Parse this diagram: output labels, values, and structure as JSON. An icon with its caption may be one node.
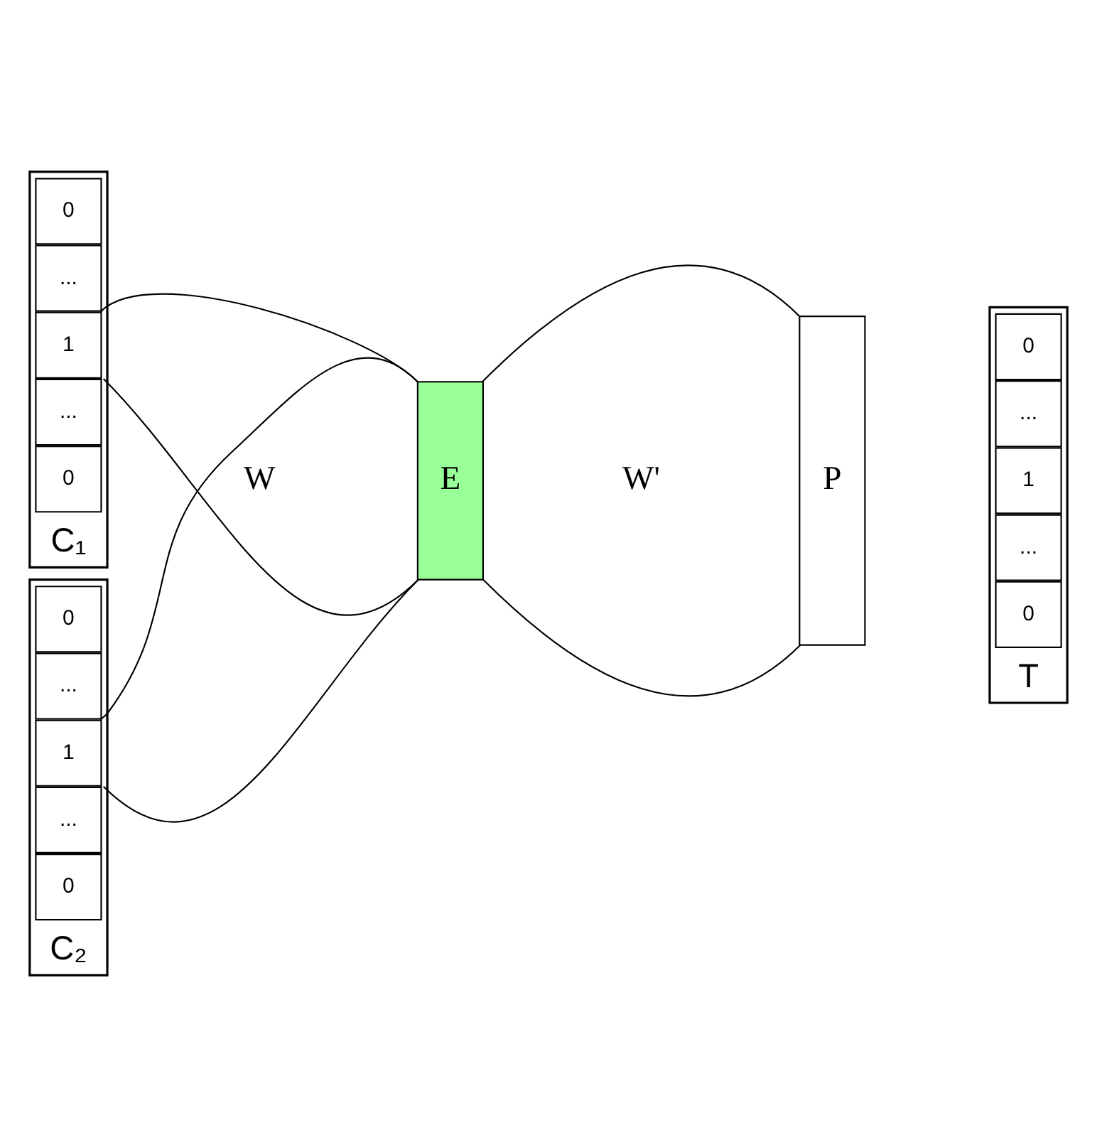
{
  "diagram": {
    "nodes": [
      {
        "text": [
          "C₁"
        ]
      },
      {
        "text": [
          "0"
        ],
        "in": 0
      },
      {
        "text": [
          "..."
        ],
        "in": 0
      },
      {
        "text": [
          "1"
        ],
        "in": 0
      },
      {
        "text": [
          "..."
        ],
        "in": 0
      },
      {
        "text": [
          "0"
        ],
        "in": 0
      },
      {
        "text": [
          "C₂"
        ]
      },
      {
        "text": [
          "0"
        ],
        "in": 6
      },
      {
        "text": [
          "..."
        ],
        "in": 6
      },
      {
        "text": [
          "1"
        ],
        "in": 6
      },
      {
        "text": [
          "..."
        ],
        "in": 6
      },
      {
        "text": [
          "0"
        ],
        "in": 6
      },
      {
        "text": [
          "E"
        ]
      },
      {
        "text": [
          "P"
        ]
      },
      {
        "text": [
          "T"
        ]
      },
      {
        "text": [
          "0"
        ],
        "in": 14
      },
      {
        "text": [
          "..."
        ],
        "in": 14
      },
      {
        "text": [
          "1"
        ],
        "in": 14
      },
      {
        "text": [
          "..."
        ],
        "in": 14
      },
      {
        "text": [
          "0"
        ],
        "in": 14
      }
    ],
    "edges": [
      {
        "from": 0,
        "to": 12,
        "arrow": "none"
      },
      {
        "from": 0,
        "to": 12,
        "arrow": "none"
      },
      {
        "from": 6,
        "to": 12,
        "arrow": "none"
      },
      {
        "from": 6,
        "to": 12,
        "arrow": "none"
      },
      {
        "from": 12,
        "to": 13,
        "arrow": "none"
      },
      {
        "from": 12,
        "to": 13,
        "arrow": "none"
      }
    ],
    "labels": [
      "W",
      "W'"
    ]
  }
}
